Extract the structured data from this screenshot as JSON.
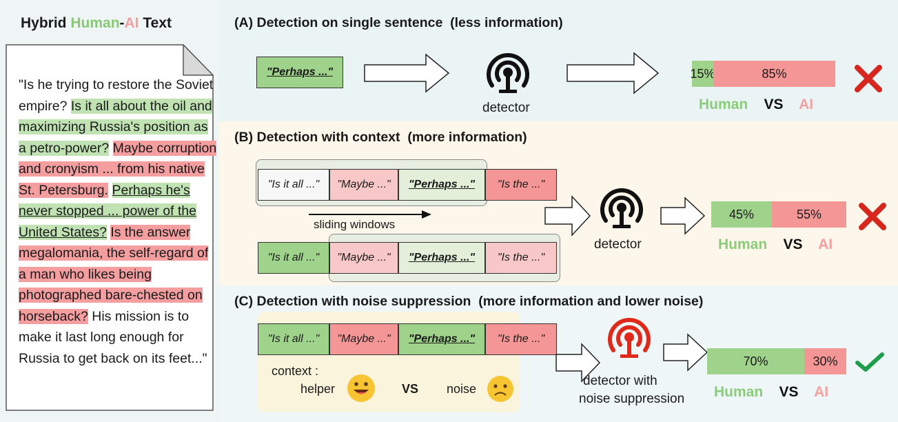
{
  "doc": {
    "title_pre": "Hybrid ",
    "title_human": "Human",
    "title_dash": "-",
    "title_ai": "AI",
    "title_post": " Text",
    "segments": [
      {
        "text": "\"Is he trying to restore the Soviet empire? ",
        "style": "plain"
      },
      {
        "text": "Is it all about the oil and maximizing Russia's position as a petro-power?",
        "style": "green"
      },
      {
        "text": " ",
        "style": "plain"
      },
      {
        "text": "Maybe corruption and cronyism ... from his native St. Petersburg.",
        "style": "red"
      },
      {
        "text": " ",
        "style": "plain"
      },
      {
        "text": "Perhaps he's never stopped ... power of the United States?",
        "style": "green-underline"
      },
      {
        "text": " ",
        "style": "plain"
      },
      {
        "text": "Is the answer megalomania, the self-regard of a man who likes being photographed bare-chested on horseback?",
        "style": "red"
      },
      {
        "text": " His mission is to make it last long enough for Russia to get back on its feet...\"",
        "style": "plain"
      }
    ]
  },
  "sectionA": {
    "title": "(A) Detection on single sentence  (less information)",
    "input": "\"Perhaps ...\"",
    "detector_label": "detector",
    "bar": {
      "human_pct": 15,
      "ai_pct": 85,
      "human_text": "15%",
      "ai_text": "85%"
    },
    "legend": {
      "human": "Human",
      "vs": "VS",
      "ai": "AI"
    },
    "result": "cross"
  },
  "sectionB": {
    "title": "(B) Detection with context  (more information)",
    "row1": [
      "\"Is it all ...\"",
      "\"Maybe ...\"",
      "\"Perhaps ...\"",
      "\"Is the ...\""
    ],
    "row2": [
      "\"Is it all ...\"",
      "\"Maybe ...\"",
      "\"Perhaps ...\"",
      "\"Is the ...\""
    ],
    "sliding_label": "sliding windows",
    "detector_label": "detector",
    "bar": {
      "human_pct": 45,
      "ai_pct": 55,
      "human_text": "45%",
      "ai_text": "55%"
    },
    "legend": {
      "human": "Human",
      "vs": "VS",
      "ai": "AI"
    },
    "result": "cross"
  },
  "sectionC": {
    "title": "(C) Detection with noise suppression  (more information and lower noise)",
    "row": [
      "\"Is it all ...\"",
      "\"Maybe ...\"",
      "\"Perhaps ...\"",
      "\"Is the ...\""
    ],
    "context_label": "context :",
    "helper_label": "helper",
    "vs_label": "VS",
    "noise_label": "noise",
    "detector_label_1": "detector with",
    "detector_label_2": "noise suppression",
    "bar": {
      "human_pct": 70,
      "ai_pct": 30,
      "human_text": "70%",
      "ai_text": "30%"
    },
    "legend": {
      "human": "Human",
      "vs": "VS",
      "ai": "AI"
    },
    "result": "check"
  },
  "colors": {
    "human": "#9fd28b",
    "ai": "#f59696",
    "cross": "#d7261e",
    "check": "#1e9e4a",
    "detector_black": "#111111",
    "detector_red": "#e0291b"
  }
}
